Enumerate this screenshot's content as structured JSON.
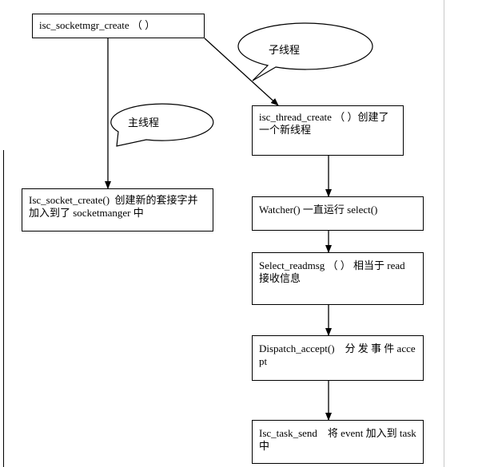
{
  "nodes": {
    "socketmgr_create": "isc_socketmgr_create （ ）",
    "socket_create": "Isc_socket_create()  创建新的套接字并加入到了 socketmanger 中",
    "thread_create": "isc_thread_create （ ）创建了一个新线程",
    "watcher": "Watcher() 一直运行 select()",
    "readmsg": "Select_readmsg （ ） 相当于 read 接收信息",
    "dispatch_accept": "Dispatch_accept()    分 发 事 件 accept",
    "task_send": "Isc_task_send    将 event 加入到 task 中"
  },
  "callouts": {
    "main_thread": "主线程",
    "child_thread": "子线程"
  }
}
